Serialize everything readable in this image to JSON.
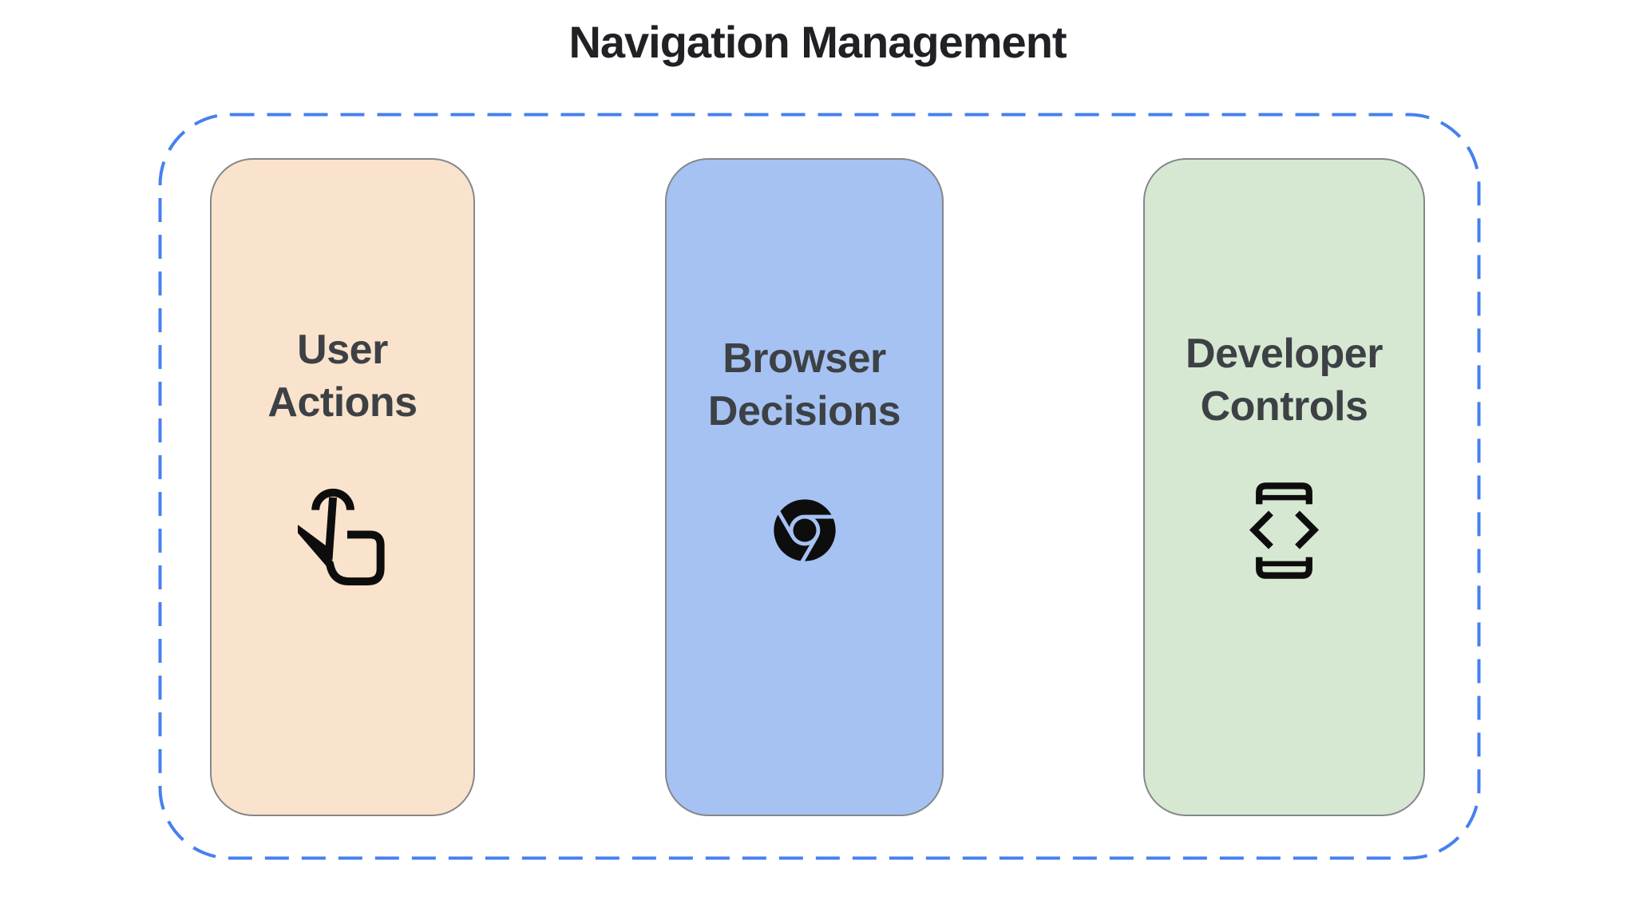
{
  "title": "Navigation Management",
  "colors": {
    "background": "#ffffff",
    "dashed_border": "#4680F0",
    "card_border": "#85878a",
    "title_text": "#1f2124",
    "label_text": "#3d4145",
    "icon": "#0d0d0d"
  },
  "group": {
    "cards": [
      {
        "label_line1": "User",
        "label_line2": "Actions",
        "background": "#FAE3CC",
        "icon": "touch-gesture-icon"
      },
      {
        "label_line1": "Browser",
        "label_line2": "Decisions",
        "background": "#A5C2F2",
        "icon": "chrome-browser-icon"
      },
      {
        "label_line1": "Developer",
        "label_line2": "Controls",
        "background": "#D6E8D2",
        "icon": "developer-mode-icon"
      }
    ]
  }
}
